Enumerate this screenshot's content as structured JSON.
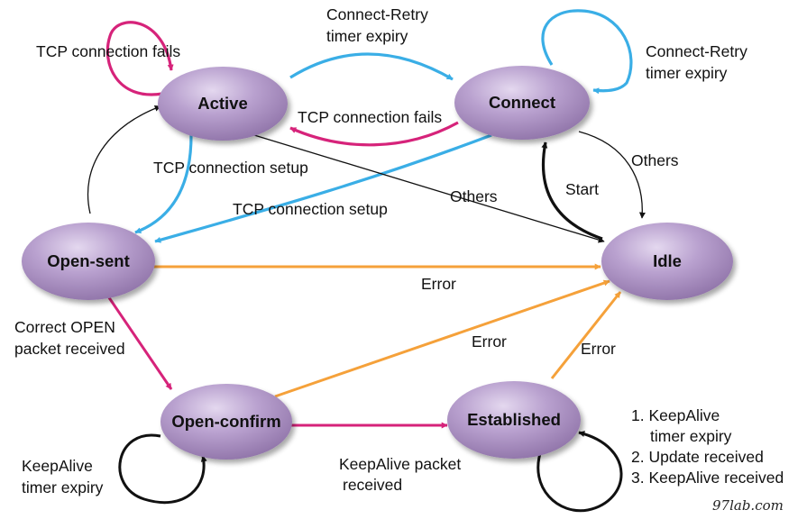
{
  "states": {
    "active": "Active",
    "connect": "Connect",
    "open_sent": "Open-sent",
    "idle": "Idle",
    "open_confirm": "Open-confirm",
    "established": "Established"
  },
  "labels": {
    "active_self": "TCP connection fails",
    "active_to_connect_1": "Connect-Retry",
    "active_to_connect_2": "timer expiry",
    "connect_self_1": "Connect-Retry",
    "connect_self_2": "timer expiry",
    "connect_to_active": "TCP connection fails",
    "active_to_opensent": "TCP connection setup",
    "connect_to_opensent": "TCP connection setup",
    "active_to_idle": "Others",
    "connect_to_idle": "Others",
    "idle_to_connect": "Start",
    "opensent_to_idle": "Error",
    "opensent_to_openconfirm_1": "Correct OPEN",
    "opensent_to_openconfirm_2": "packet received",
    "openconfirm_to_idle": "Error",
    "established_to_idle": "Error",
    "openconfirm_self_1": "KeepAlive",
    "openconfirm_self_2": "timer expiry",
    "openconfirm_to_established_1": "KeepAlive packet",
    "openconfirm_to_established_2": "received",
    "established_self_1": "1. KeepAlive",
    "established_self_2": "timer expiry",
    "established_self_3": "2. Update received",
    "established_self_4": "3. KeepAlive received"
  },
  "watermark": "97lab.com",
  "colors": {
    "node_fill": "#a68bbd",
    "node_highlight": "#e4d8ef",
    "blue": "#3aaee6",
    "magenta": "#d6237a",
    "orange": "#f5a13a",
    "black": "#111111"
  }
}
